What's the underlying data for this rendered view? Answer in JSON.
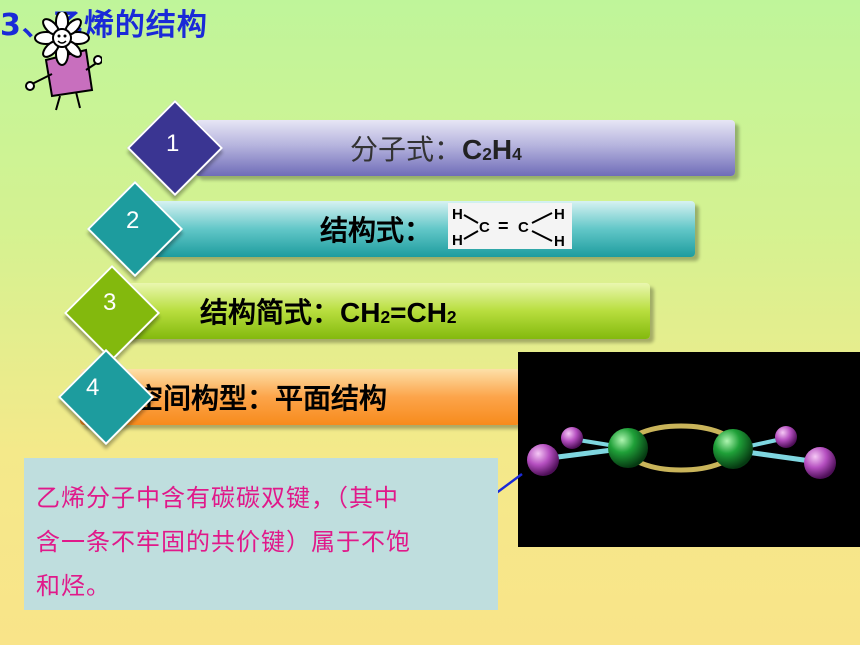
{
  "title": "3、乙烯的结构",
  "items": [
    {
      "num": "1",
      "label": "分子式：",
      "formula_parts": [
        "C",
        "2",
        "H",
        "4"
      ]
    },
    {
      "num": "2",
      "label": "结构式："
    },
    {
      "num": "3",
      "label": "结构简式：",
      "formula_parts": [
        "CH",
        "2",
        "=CH",
        "2"
      ]
    },
    {
      "num": "4",
      "label": "空间构型：平面结构"
    }
  ],
  "structural_formula": {
    "h": "H",
    "c": "C",
    "bond": "="
  },
  "note_lines": [
    "乙烯分子中含有碳碳双键，（其中",
    "含一条不牢固的共价键）属于不饱",
    "和烃。"
  ],
  "colors": {
    "title": "#1a2ad8",
    "note_text": "#e0198a",
    "diamond1": "#3a3592",
    "diamond2": "#1d9c9e",
    "diamond3": "#83b90d",
    "diamond4": "#1d9c9e"
  },
  "icons": [
    "flower-character-icon"
  ]
}
